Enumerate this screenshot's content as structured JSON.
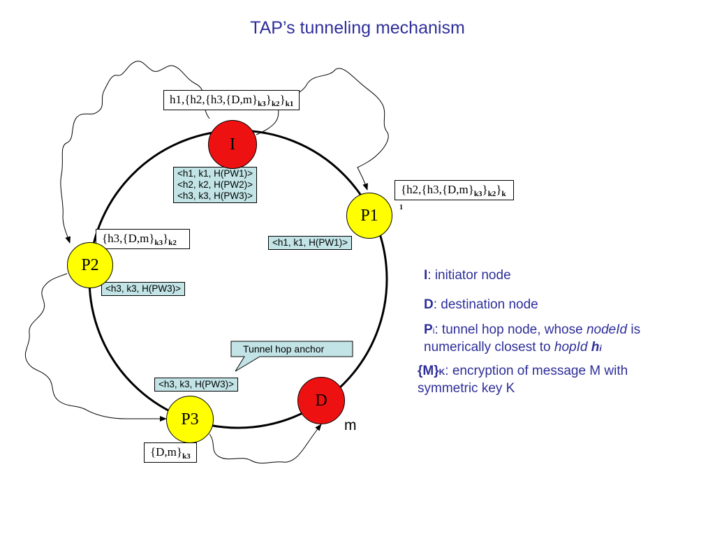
{
  "title": "TAP’s tunneling mechanism",
  "nodes": {
    "initiator": "I",
    "p1": "P1",
    "p2": "P2",
    "p3": "P3",
    "destination": "D"
  },
  "messages": {
    "at_initiator": {
      "pre": "h1,{h2,{h3,{D,m}",
      "s1": "k3",
      "m1": "}",
      "s2": "k2",
      "m2": "}",
      "s3": "k1"
    },
    "at_p1": {
      "pre": "{h2,{h3,{D,m}",
      "s1": "k3",
      "m1": "}",
      "s2": "k2",
      "m2": "}",
      "s3": "k",
      "stray": "1"
    },
    "at_p2": {
      "pre": "{h3,{D,m}",
      "s1": "k3",
      "m1": "}",
      "s2": "k2"
    },
    "at_p3": {
      "pre": "{D,m}",
      "s1": "k3"
    }
  },
  "anchors": {
    "initiator_lines": [
      "<h1, k1, H(PW1)>",
      "<h2, k2, H(PW2)>",
      "<h3, k3, H(PW3)>"
    ],
    "p1": "<h1, k1, H(PW1)>",
    "p2": "<h3, k3, H(PW3)>",
    "p3": "<h3, k3, H(PW3)>",
    "callout": "Tunnel hop anchor"
  },
  "payload_label": "m",
  "legend": {
    "i_key": "I",
    "i_text": ": initiator node",
    "d_key": "D",
    "d_text": ": destination node",
    "p_key": "P",
    "p_sub": "i",
    "p_text1": ": tunnel hop node, whose ",
    "p_nodeid": "nodeId",
    "p_text2": " is",
    "p_line2": "numerically closest to ",
    "p_hopid": "hopId",
    "p_h": "h",
    "p_hsub": "i",
    "m_key": "{M}",
    "m_sub": "K",
    "m_text": ": encryption of message M with",
    "m_line2": "symmetric key K"
  },
  "colors": {
    "title": "#2e2e9a",
    "legend": "#2e2e9a",
    "node_red": "#ee1111",
    "node_yellow": "#ffff00",
    "anchor_fill": "#c2e4e6"
  }
}
